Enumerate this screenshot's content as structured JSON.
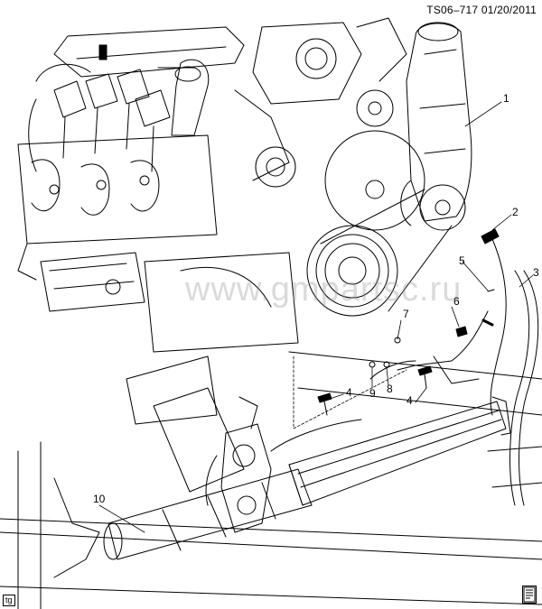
{
  "diagram": {
    "code": "TS06–717",
    "date": "01/20/2011",
    "watermark": "www.gmpartsc.ru",
    "badge": "tg",
    "callouts": {
      "c1": "1",
      "c2": "2",
      "c3": "3",
      "c4a": "4",
      "c4b": "4",
      "c5": "5",
      "c6": "6",
      "c7": "7",
      "c8": "8",
      "c9": "9",
      "c10": "10"
    },
    "icons": {
      "corner": "book-icon"
    }
  }
}
